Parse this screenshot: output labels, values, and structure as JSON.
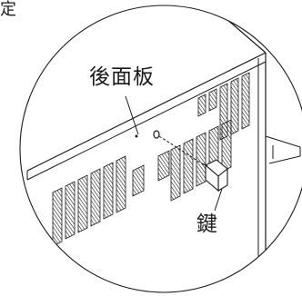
{
  "corner_text": "定",
  "labels": {
    "back_panel": "後面板",
    "key": "鍵"
  },
  "colors": {
    "line": "#1a1a1a",
    "background": "#ffffff"
  }
}
